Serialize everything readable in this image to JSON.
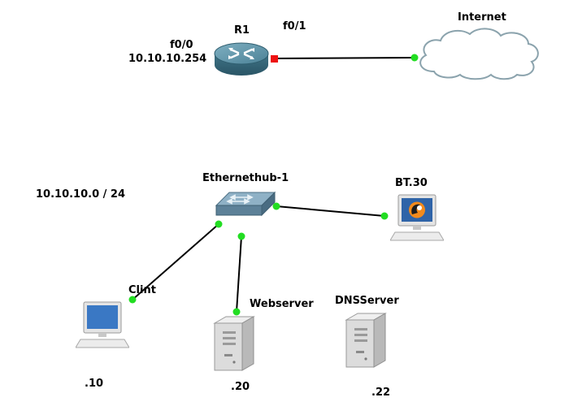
{
  "router": {
    "name": "R1",
    "iface_lan": "f0/0",
    "iface_lan_ip": "10.10.10.254",
    "iface_wan": "f0/1",
    "icon": "router-icon"
  },
  "internet": {
    "name": "Internet",
    "icon": "cloud-icon"
  },
  "subnet_label": "10.10.10.0 / 24",
  "hub": {
    "name": "Ethernethub-1",
    "icon": "hub-icon"
  },
  "hosts": {
    "bt": {
      "name": "BT.30",
      "icon": "workstation-icon"
    },
    "client": {
      "name": "Clint",
      "addr": ".10",
      "icon": "workstation-icon"
    },
    "webserver": {
      "name": "Webserver",
      "addr": ".20",
      "icon": "server-icon"
    },
    "dnsserver": {
      "name": "DNSServer",
      "addr": ".22",
      "icon": "server-icon"
    }
  },
  "colors": {
    "link_up": "#22dd22",
    "link_down": "#ee1111",
    "cable": "#000000"
  }
}
